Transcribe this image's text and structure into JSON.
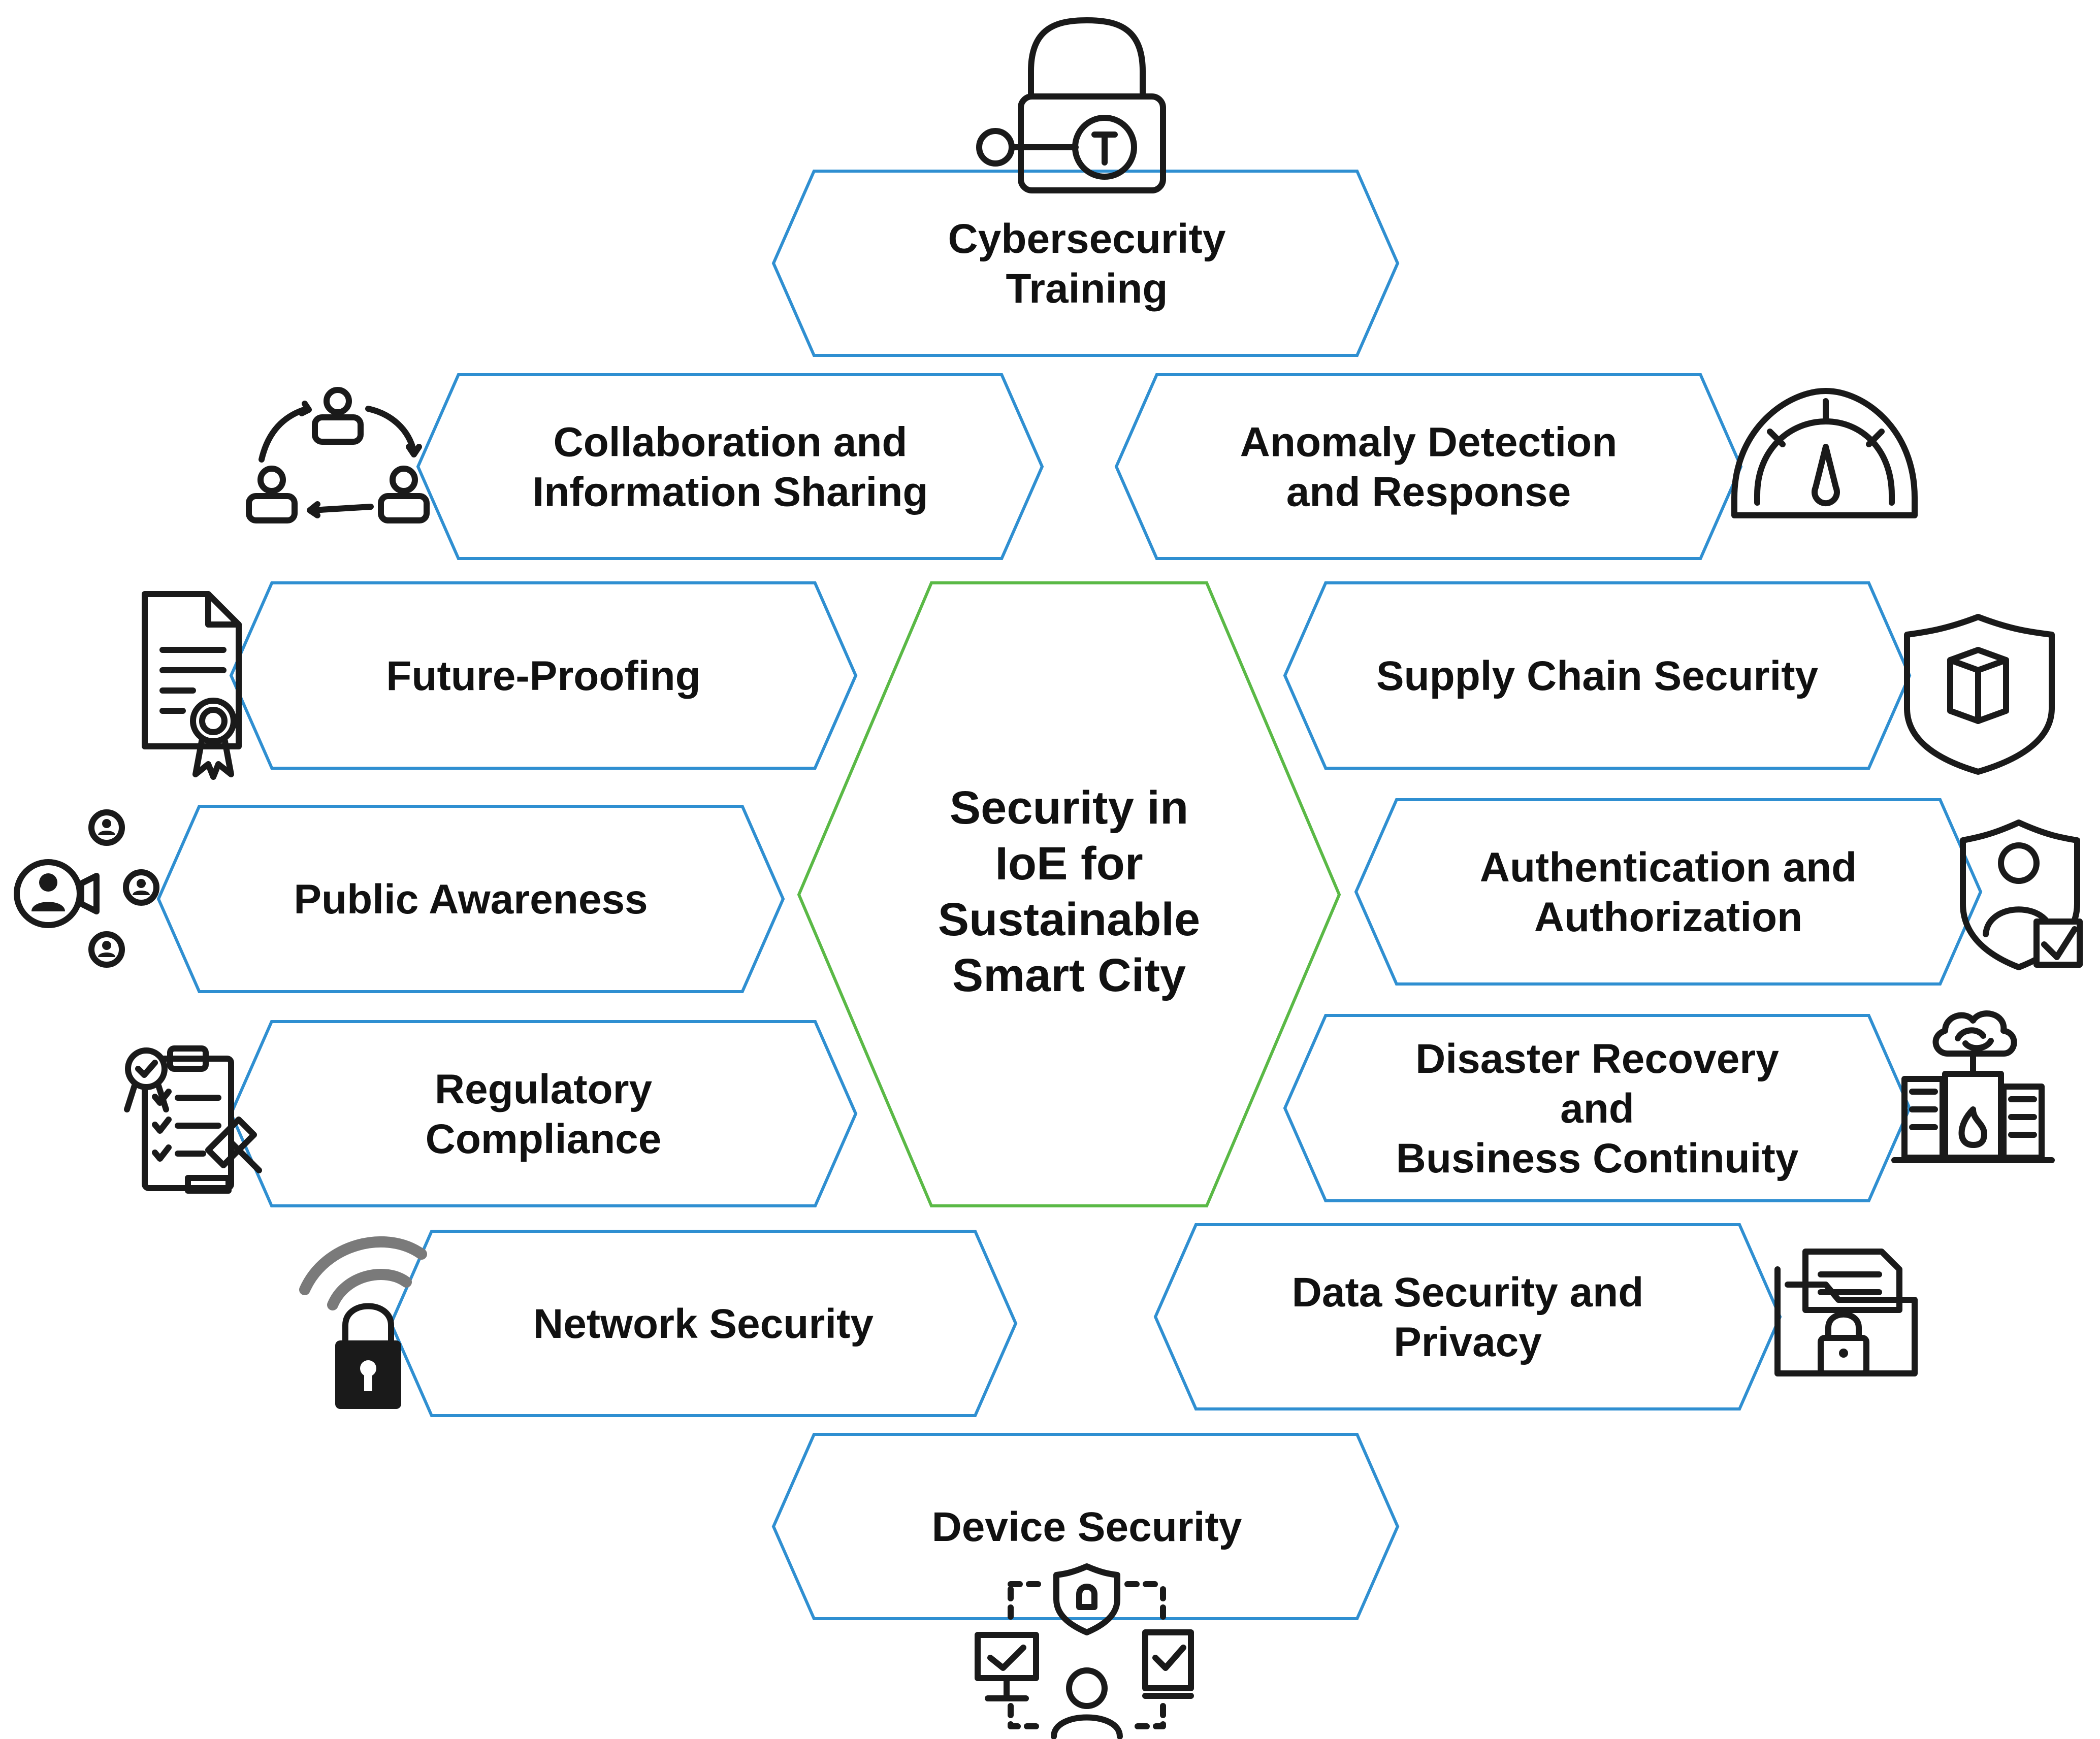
{
  "center": {
    "lines": [
      "Security  in",
      "IoE for",
      "Sustainable",
      "Smart City"
    ]
  },
  "nodes": [
    {
      "id": "cybersecurity-training",
      "lines": [
        "Cybersecurity",
        "Training"
      ],
      "icon": "padlock-key-icon"
    },
    {
      "id": "collaboration",
      "lines": [
        "Collaboration and",
        "Information Sharing"
      ],
      "icon": "people-cycle-icon"
    },
    {
      "id": "anomaly-detection",
      "lines": [
        "Anomaly Detection",
        "and Response"
      ],
      "icon": "gauge-icon"
    },
    {
      "id": "future-proofing",
      "lines": [
        "Future-Proofing"
      ],
      "icon": "certificate-icon"
    },
    {
      "id": "supply-chain",
      "lines": [
        "Supply Chain Security"
      ],
      "icon": "shield-box-icon"
    },
    {
      "id": "public-awareness",
      "lines": [
        "Public Awareness"
      ],
      "icon": "megaphone-people-icon"
    },
    {
      "id": "authentication",
      "lines": [
        "Authentication and",
        "Authorization"
      ],
      "icon": "user-shield-check-icon"
    },
    {
      "id": "regulatory",
      "lines": [
        "Regulatory",
        "Compliance"
      ],
      "icon": "clipboard-gavel-icon"
    },
    {
      "id": "disaster-recovery",
      "lines": [
        "Disaster Recovery",
        "and",
        "Business Continuity"
      ],
      "icon": "cloud-building-fire-icon"
    },
    {
      "id": "network-security",
      "lines": [
        "Network Security"
      ],
      "icon": "wifi-lock-icon"
    },
    {
      "id": "data-security",
      "lines": [
        "Data Security and",
        "Privacy"
      ],
      "icon": "folder-lock-icon"
    },
    {
      "id": "device-security",
      "lines": [
        "Device Security"
      ],
      "icon": "network-devices-shield-icon"
    }
  ],
  "colors": {
    "node_border": "#2f8fd1",
    "center_border": "#5ab946",
    "text": "#111111"
  }
}
